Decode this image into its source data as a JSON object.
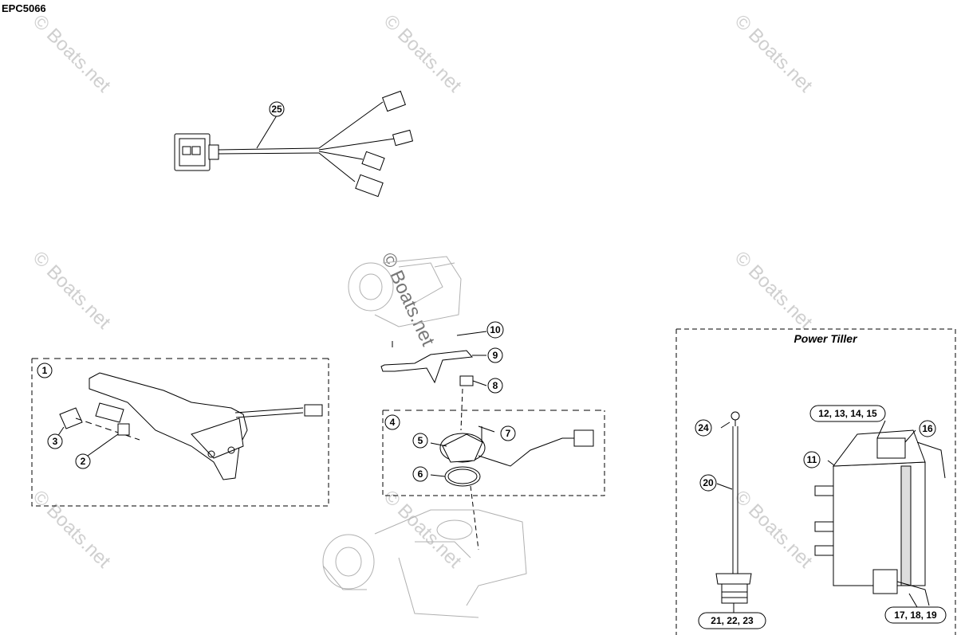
{
  "diagram": {
    "code": "EPC5066",
    "watermark": "© Boats.net",
    "power_tiller_title": "Power Tiller",
    "callouts": {
      "c1": "1",
      "c2": "2",
      "c3": "3",
      "c4": "4",
      "c5": "5",
      "c6": "6",
      "c7": "7",
      "c8": "8",
      "c9": "9",
      "c10": "10",
      "c11": "11",
      "c12_15": "12, 13, 14, 15",
      "c16": "16",
      "c17_19": "17, 18, 19",
      "c20": "20",
      "c21_23": "21, 22, 23",
      "c24": "24",
      "c25": "25"
    }
  }
}
